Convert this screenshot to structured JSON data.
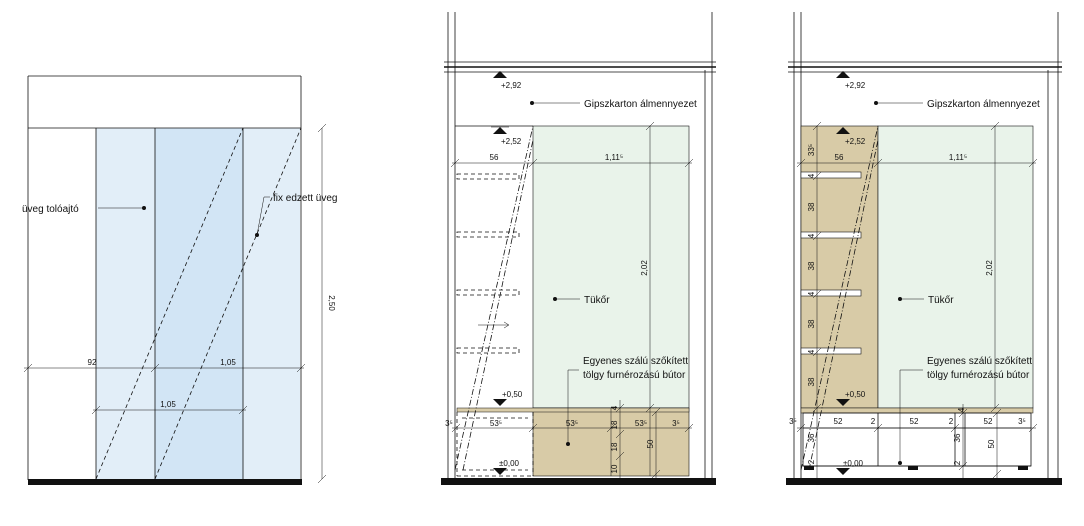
{
  "panel1": {
    "label_sliding_door": "üveg tolóajtó",
    "label_fixed_glass": "fix edzett üveg",
    "dim_height": "2,50",
    "dim_left_width": "92",
    "dim_right_width": "1,05",
    "dim_door_width": "1,05"
  },
  "panel2": {
    "level_top": "+2,92",
    "label_ceiling": "Gipszkarton álmennyezet",
    "level_mid": "+2,52",
    "dim_56": "56",
    "dim_111": "1,11⁵",
    "dim_202": "2,02",
    "label_mirror": "Tükőr",
    "label_furniture_1": "Egyenes szálú szőkített",
    "label_furniture_2": "tölgy furnérozású bútor",
    "level_050": "+0,50",
    "level_000": "±0,00",
    "dim_3a": "3⁵",
    "dim_53a": "53⁵",
    "dim_53b": "53⁵",
    "dim_53c": "53⁵",
    "dim_3b": "3⁵",
    "dim_4": "4",
    "dim_18a": "18",
    "dim_18b": "18",
    "dim_10": "10",
    "dim_50": "50"
  },
  "panel3": {
    "level_top": "+2,92",
    "label_ceiling": "Gipszkarton álmennyezet",
    "level_mid": "+2,52",
    "dim_56": "56",
    "dim_111": "1,11⁵",
    "dim_202": "2,02",
    "label_mirror": "Tükőr",
    "label_furniture_1": "Egyenes szálú szőkített",
    "label_furniture_2": "tölgy furnérozású bútor",
    "level_050": "+0,50",
    "level_000": "±0,00",
    "dim_33": "33⁵",
    "shelf_dims": [
      "4",
      "38",
      "4",
      "38",
      "4",
      "38",
      "4",
      "38"
    ],
    "dim_3a": "3⁵",
    "dim_52a": "52",
    "dim_2a": "2",
    "dim_52b": "52",
    "dim_2b": "2",
    "dim_4": "4",
    "dim_52c": "52",
    "dim_3b": "3⁵",
    "dim_36a": "36",
    "dim_36b": "36",
    "dim_2c": "2",
    "dim_2d": "2",
    "dim_50": "50"
  },
  "colors": {
    "glass_light": "#e2eef8",
    "glass_mid": "#d2e5f5",
    "mirror": "#e9f3ea",
    "oak": "#d8cba7",
    "line": "#111111"
  }
}
